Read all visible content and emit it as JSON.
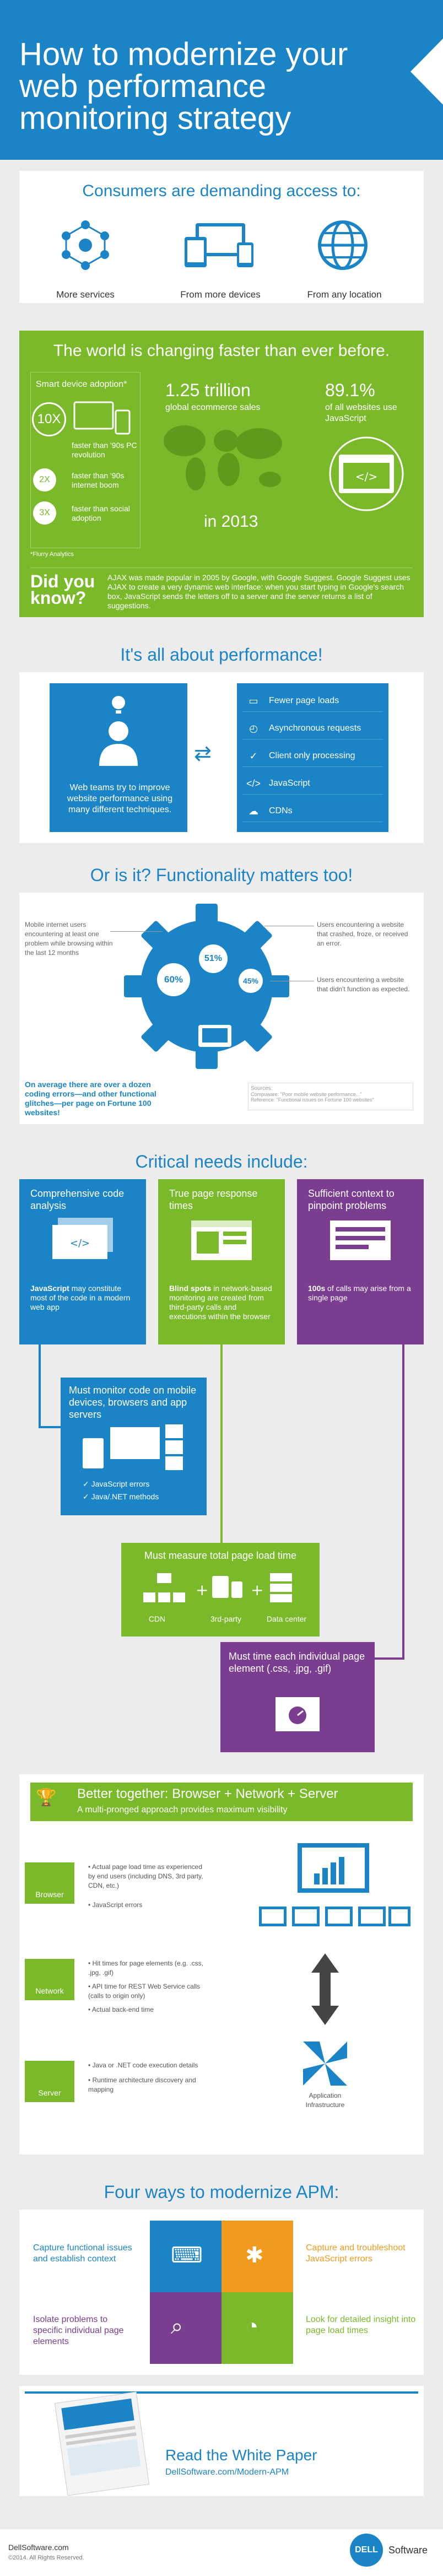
{
  "header": {
    "title": "How to modernize your web performance monitoring strategy"
  },
  "consumers": {
    "title": "Consumers are demanding access to:",
    "items": [
      "More services",
      "From more devices",
      "From any location"
    ]
  },
  "world": {
    "title": "The world is changing faster than ever before.",
    "smart_title": "Smart device adoption*",
    "rows": [
      {
        "badge": "10X",
        "text": "faster than '90s PC revolution"
      },
      {
        "badge": "2X",
        "text": "faster than '90s internet boom"
      },
      {
        "badge": "3X",
        "text": "faster than social adoption"
      }
    ],
    "footnote": "*Flurry Analytics",
    "ecommerce_value": "1.25 trillion",
    "ecommerce_label": "global ecommerce sales",
    "year": "in 2013",
    "js_value": "89.1%",
    "js_label": "of all websites use JavaScript",
    "know_label": "Did you know?",
    "know_text": "AJAX was made popular in 2005 by Google, with Google Suggest. Google Suggest uses AJAX to create a very dynamic web interface: when you start typing in Google's search box, JavaScript sends the letters off to a server and the server returns a list of suggestions."
  },
  "performance": {
    "title": "It's all about performance!",
    "left_text": "Web teams try to improve website performance using many different techniques.",
    "items": [
      "Fewer page loads",
      "Asynchronous requests",
      "Client only processing",
      "JavaScript",
      "CDNs"
    ]
  },
  "functionality": {
    "title": "Or is it? Functionality matters too!",
    "left_note": "Mobile internet users encountering at least one problem while browsing within the last 12 months",
    "pct1": "60%",
    "pct2": "51%",
    "pct3": "45%",
    "right_note1": "Users encountering a website that crashed, froze, or received an error.",
    "right_note2": "Users encountering a website that didn't function as expected.",
    "bottom_note": "On average there are over a dozen coding errors—and other functional glitches—per page on Fortune 100 websites!",
    "source_title": "Sources:",
    "source1": "Compuware: \"Poor mobile website performance...\"",
    "source2": "Reference: \"Functional issues on Fortune 100 websites\""
  },
  "critical": {
    "title": "Critical needs include:",
    "box1_title": "Comprehensive code analysis",
    "box1_bold": "JavaScript",
    "box1_text": "may constitute most of the code in a modern web app",
    "box2_title": "True page response times",
    "box2_bold": "Blind spots",
    "box2_text": "in network-based monitoring are created from third-party calls and executions within the browser",
    "box3_title": "Sufficient context to pinpoint problems",
    "box3_bold": "100s",
    "box3_text": "of calls may arise from a single page",
    "mobile_title": "Must monitor code on mobile devices, browsers and app servers",
    "mobile_items": [
      "JavaScript errors",
      "Java/.NET methods"
    ],
    "total_title": "Must measure total page load time",
    "total_items": [
      "CDN",
      "3rd-party",
      "Data center"
    ],
    "element_title": "Must time each individual page element (.css, .jpg, .gif)"
  },
  "together": {
    "title": "Better together: Browser + Network + Server",
    "subtitle": "A multi-pronged approach provides maximum visibility",
    "browser_label": "Browser",
    "browser_items": [
      "Actual page load time as experienced by end users (including DNS, 3rd party, CDN, etc.)",
      "JavaScript errors"
    ],
    "network_label": "Network",
    "network_items": [
      "Hit times for page elements (e.g. .css, .jpg, .gif)",
      "API time for REST Web Service calls (calls to origin only)",
      "Actual back-end time"
    ],
    "server_label": "Server",
    "server_items": [
      "Java or .NET code execution details",
      "Runtime architecture discovery and mapping"
    ],
    "infra_label": "Application Infrastructure"
  },
  "four": {
    "title": "Four ways to modernize APM:",
    "items": [
      "Capture functional issues and establish context",
      "Capture and troubleshoot JavaScript errors",
      "Isolate problems to specific individual page elements",
      "Look for detailed insight into page load times"
    ]
  },
  "paper": {
    "title": "Read the White Paper",
    "url": "DellSoftware.com/Modern-APM"
  },
  "footer": {
    "site": "DellSoftware.com",
    "copyright": "©2014. All Rights Reserved.",
    "brand": "DELL",
    "brand2": "Software"
  },
  "colors": {
    "blue": "#1b84c7",
    "green": "#7ab929",
    "purple": "#7a3d8f",
    "orange": "#f29a1e"
  }
}
